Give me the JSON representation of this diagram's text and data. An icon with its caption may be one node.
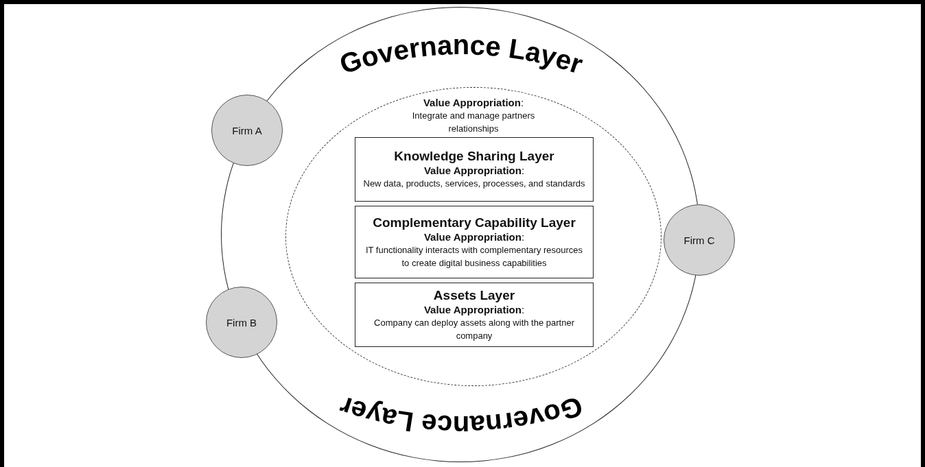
{
  "diagram": {
    "nodes": [
      {
        "text": [
          "Governance Layer",
          "Governance Layer"
        ]
      },
      {
        "text": [
          "**Value Appropriation**:",
          "Integrate and manage partners relationships"
        ],
        "in": 0
      },
      {
        "text": [
          "Knowledge Sharing Layer",
          "**Value Appropriation**:",
          "New data, products, services, processes, and standards"
        ],
        "in": 1
      },
      {
        "text": [
          "Complementary Capability Layer",
          "**Value Appropriation**:",
          "IT functionality interacts with complementary resources to create digital business capabilities"
        ],
        "in": 1
      },
      {
        "text": [
          "Assets Layer",
          "**Value Appropriation**:",
          "Company can deploy assets along with the partner company"
        ],
        "in": 1
      },
      {
        "text": [
          "Firm A"
        ]
      },
      {
        "text": [
          "Firm B"
        ]
      },
      {
        "text": [
          "Firm C"
        ]
      }
    ],
    "edges": []
  }
}
